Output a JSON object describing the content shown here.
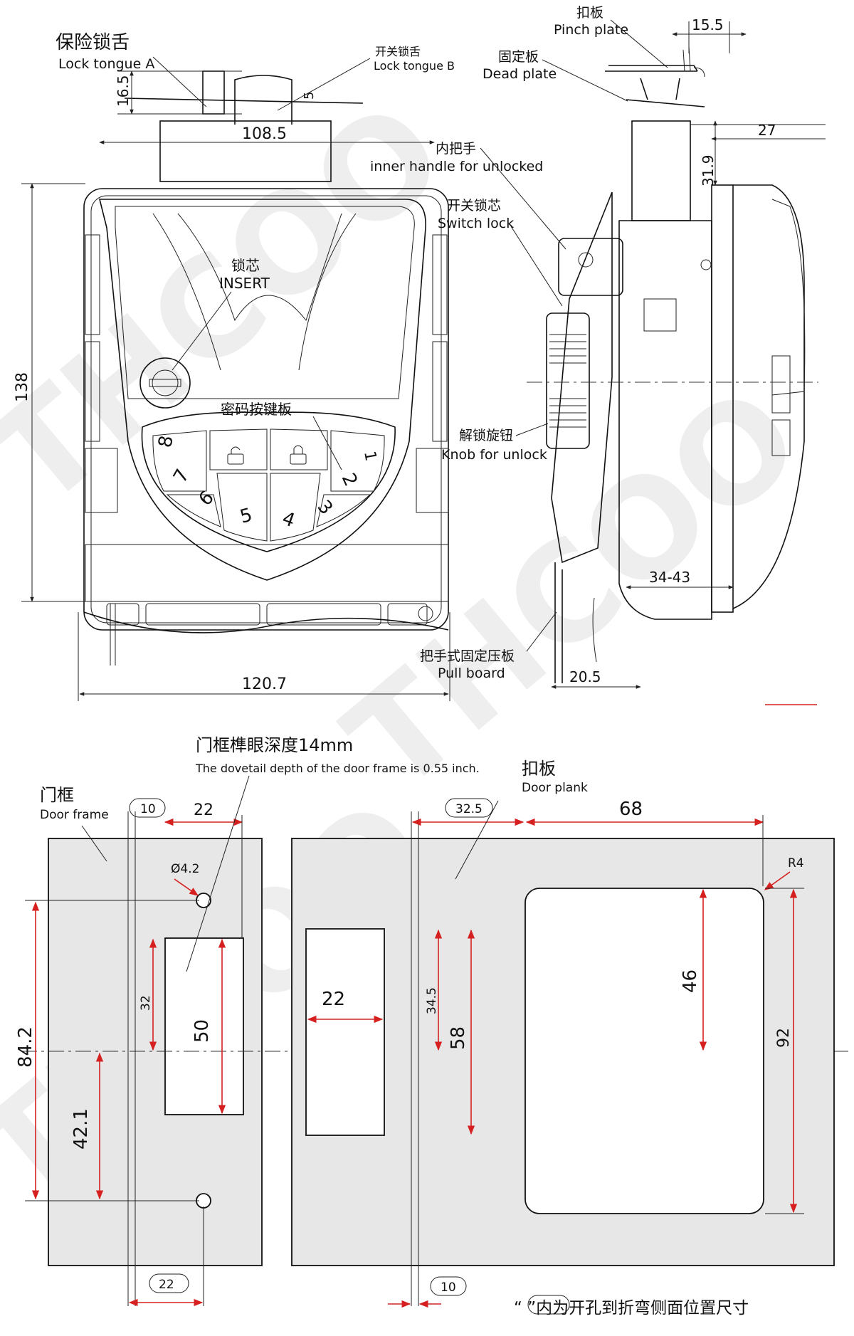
{
  "labels": {
    "lock_tongue_a_cn": "保险锁舌",
    "lock_tongue_a_en": "Lock tongue A",
    "lock_tongue_b_cn": "开关锁舌",
    "lock_tongue_b_en": "Lock tongue B",
    "pinch_plate_cn": "扣板",
    "pinch_plate_en": "Pinch plate",
    "dead_plate_cn": "固定板",
    "dead_plate_en": "Dead plate",
    "inner_handle_cn": "内把手",
    "inner_handle_en": "inner handle for unlocked",
    "switch_lock_cn": "开关锁芯",
    "switch_lock_en": "Switch lock",
    "insert_cn": "锁芯",
    "insert_en": "INSERT",
    "keypad_cn": "密码按键板",
    "knob_cn": "解锁旋钮",
    "knob_en": "Knob for unlock",
    "pull_board_cn": "把手式固定压板",
    "pull_board_en": "Pull board",
    "dovetail_cn": "门框榫眼深度14mm",
    "dovetail_en": "The dovetail depth of the door frame is  0.55 inch.",
    "door_frame_cn": "门框",
    "door_frame_en": "Door frame",
    "door_plank_cn": "扣板",
    "door_plank_en": "Door plank",
    "footnote": "“      ”内为开孔到折弯侧面位置尺寸"
  },
  "dimensions": {
    "d16_5": "16.5",
    "d5": "5",
    "d108_5": "108.5",
    "d138": "138",
    "d120_7": "120.7",
    "d15_5": "15.5",
    "d27": "27",
    "d31_9": "31.9",
    "d34_43": "34-43",
    "d20_5": "20.5",
    "d10a": "10",
    "d22a": "22",
    "dphi": "Ø4.2",
    "d84_2": "84.2",
    "d32": "32",
    "d50": "50",
    "d42_1": "42.1",
    "d22b": "22",
    "d32_5": "32.5",
    "d68": "68",
    "d22c": "22",
    "d34_5": "34.5",
    "d58": "58",
    "d46": "46",
    "d92": "92",
    "r4": "R4",
    "d10b": "10"
  },
  "keypad": {
    "keys": [
      "1",
      "2",
      "3",
      "4",
      "5",
      "6",
      "7",
      "8"
    ]
  },
  "watermark": "THCOO",
  "colors": {
    "dimension_red": "#d62020",
    "plate_fill": "#e7e7e7",
    "line": "#111111"
  }
}
